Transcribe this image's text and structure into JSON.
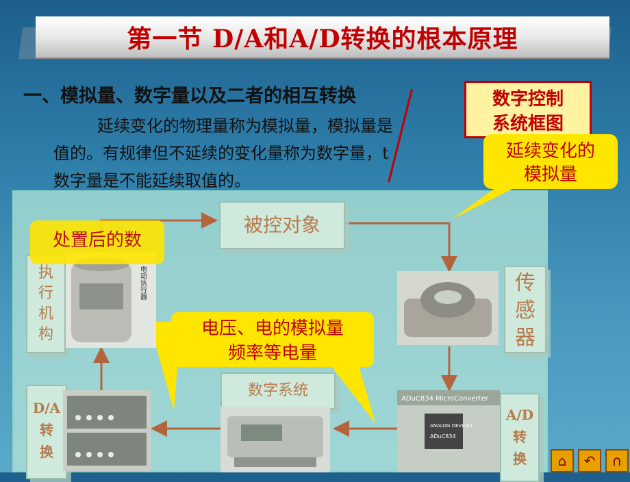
{
  "title": "第一节  D/A和A/D转换的根本原理",
  "heading": "一、模拟量、数字量以及二者的相互转换",
  "paragraph_lines": [
    "延续变化的物理量称为模拟量，模拟量是",
    "值的。有规律但不延续的变化量称为数字量，t",
    "数字量是不能延续取值的。"
  ],
  "callouts": {
    "system_diagram": [
      "数字控制",
      "系统框图"
    ],
    "continuous_analog": [
      "延续变化的",
      "模拟量"
    ],
    "processed": "处置后的数",
    "voltage": [
      "电压、电的模拟量",
      "频率等电量"
    ]
  },
  "diagram": {
    "controlled_object": "被控对象",
    "sensor": [
      "传",
      "感",
      "器"
    ],
    "actuator": [
      "执",
      "行",
      "机",
      "构"
    ],
    "digital_system": "数字系统",
    "da": [
      "D/A",
      "转",
      "换"
    ],
    "ad": [
      "A/D",
      "转",
      "换"
    ]
  },
  "image_labels": {
    "actuator_text": "电动执行器",
    "adc_chip": "ADuC834 MicroConverter",
    "adc_maker": "ANALOG DEVICES",
    "adc_part": "ADuC834"
  },
  "colors": {
    "title_text": "#c00000",
    "callout_fill": "#ffe600",
    "arrow": "#b4643c"
  },
  "nav": [
    "home-icon",
    "back-icon",
    "return-icon"
  ]
}
